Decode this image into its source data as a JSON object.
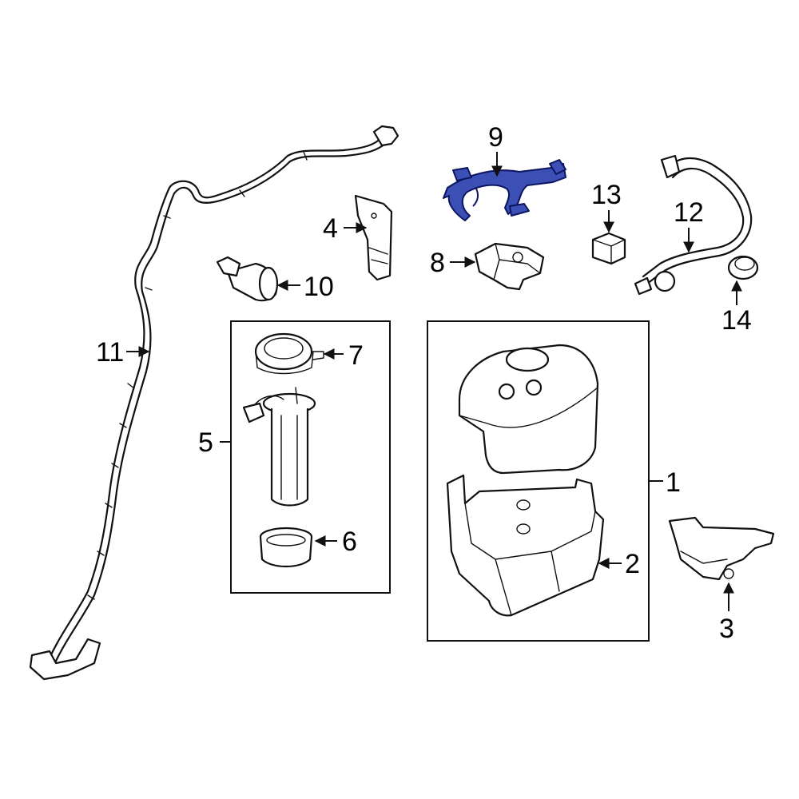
{
  "callouts": {
    "c1": "1",
    "c2": "2",
    "c3": "3",
    "c4": "4",
    "c5": "5",
    "c6": "6",
    "c7": "7",
    "c8": "8",
    "c9": "9",
    "c10": "10",
    "c11": "11",
    "c12": "12",
    "c13": "13",
    "c14": "14"
  },
  "colors": {
    "highlight": "#3b4fb5",
    "line": "#111111",
    "background": "#ffffff"
  }
}
